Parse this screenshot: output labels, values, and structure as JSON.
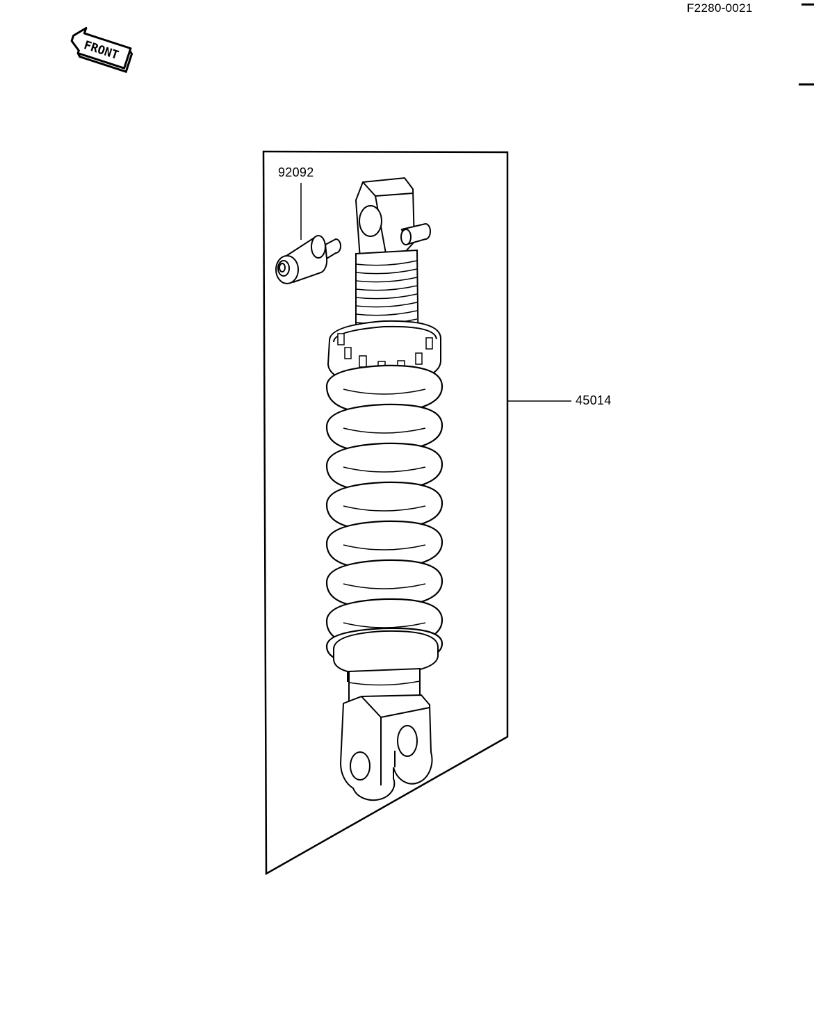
{
  "document": {
    "code": "F2280-0021"
  },
  "front_badge": {
    "label": "FRONT"
  },
  "parts": [
    {
      "number": "92092"
    },
    {
      "number": "45014"
    }
  ]
}
